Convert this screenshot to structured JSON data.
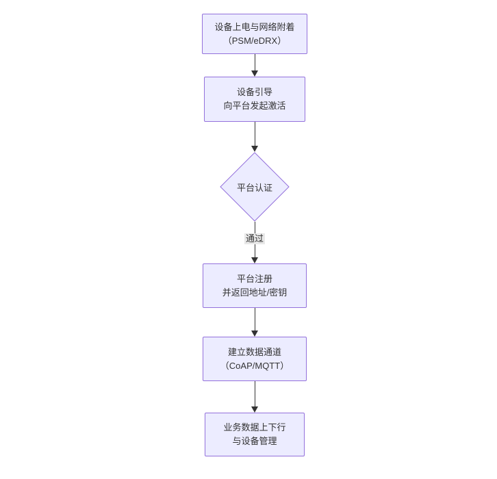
{
  "diagram": {
    "type": "flowchart",
    "direction": "top-down",
    "colors": {
      "node_fill": "#ECECFF",
      "node_border": "#9370DB",
      "edge_color": "#333333",
      "edge_label_bg": "#e8e8e8",
      "text_color": "#333333",
      "background": "#ffffff"
    },
    "nodes": [
      {
        "id": "power-attach",
        "shape": "rect",
        "line1": "设备上电与网络附着",
        "line2": "（PSM/eDRX）"
      },
      {
        "id": "bootstrap",
        "shape": "rect",
        "line1": "设备引导",
        "line2": "向平台发起激活"
      },
      {
        "id": "platform-auth",
        "shape": "diamond",
        "line1": "平台认证",
        "line2": ""
      },
      {
        "id": "register",
        "shape": "rect",
        "line1": "平台注册",
        "line2": "并返回地址/密钥"
      },
      {
        "id": "data-channel",
        "shape": "rect",
        "line1": "建立数据通道",
        "line2": "（CoAP/MQTT）"
      },
      {
        "id": "business",
        "shape": "rect",
        "line1": "业务数据上下行",
        "line2": "与设备管理"
      }
    ],
    "edges": [
      {
        "from": "power-attach",
        "to": "bootstrap",
        "label": ""
      },
      {
        "from": "bootstrap",
        "to": "platform-auth",
        "label": ""
      },
      {
        "from": "platform-auth",
        "to": "register",
        "label": "通过"
      },
      {
        "from": "register",
        "to": "data-channel",
        "label": ""
      },
      {
        "from": "data-channel",
        "to": "business",
        "label": ""
      }
    ]
  }
}
